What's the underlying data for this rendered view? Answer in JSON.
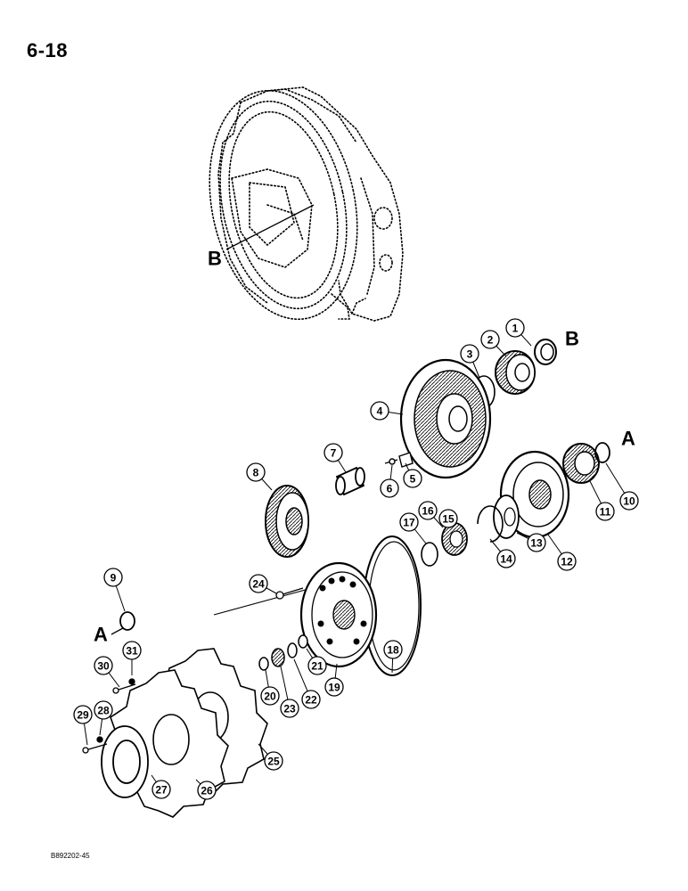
{
  "page": {
    "number": "6-18",
    "figure_code": "B892202-45"
  },
  "references": [
    "A",
    "B"
  ],
  "callouts": [
    "1",
    "2",
    "3",
    "4",
    "5",
    "6",
    "7",
    "8",
    "9",
    "10",
    "11",
    "12",
    "13",
    "14",
    "15",
    "16",
    "17",
    "18",
    "19",
    "20",
    "21",
    "22",
    "23",
    "24",
    "25",
    "26",
    "27",
    "28",
    "29",
    "30",
    "31"
  ]
}
